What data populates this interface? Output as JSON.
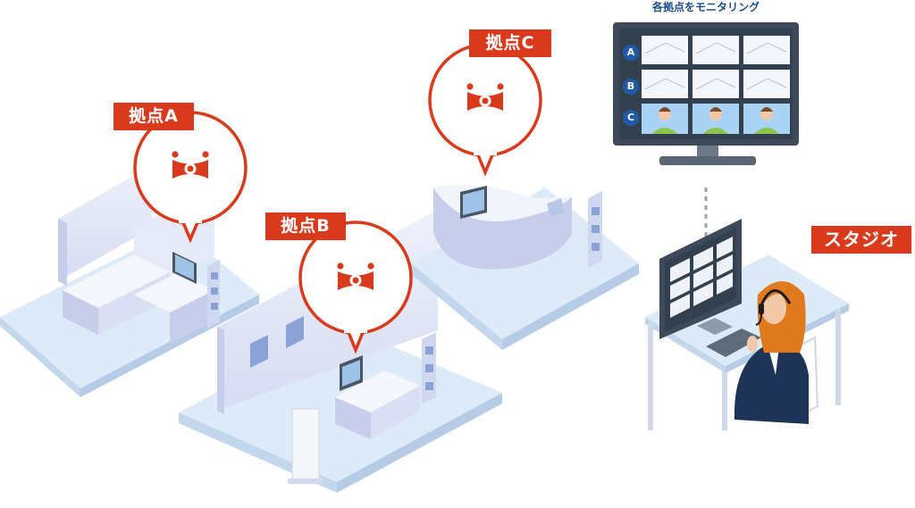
{
  "monitor": {
    "caption": "各拠点をモニタリング",
    "rows": [
      "A",
      "B",
      "C"
    ]
  },
  "locations": [
    {
      "label": "拠点A"
    },
    {
      "label": "拠点B"
    },
    {
      "label": "拠点C"
    }
  ],
  "studio": {
    "label": "スタジオ"
  },
  "colors": {
    "accent": "#d93a1c",
    "floor": "#dcebf7",
    "monitor_frame": "#3e4a5a",
    "row_badge": "#1f5aa8"
  },
  "icons": [
    "location-logo-icon",
    "location-logo-icon",
    "location-logo-icon"
  ]
}
